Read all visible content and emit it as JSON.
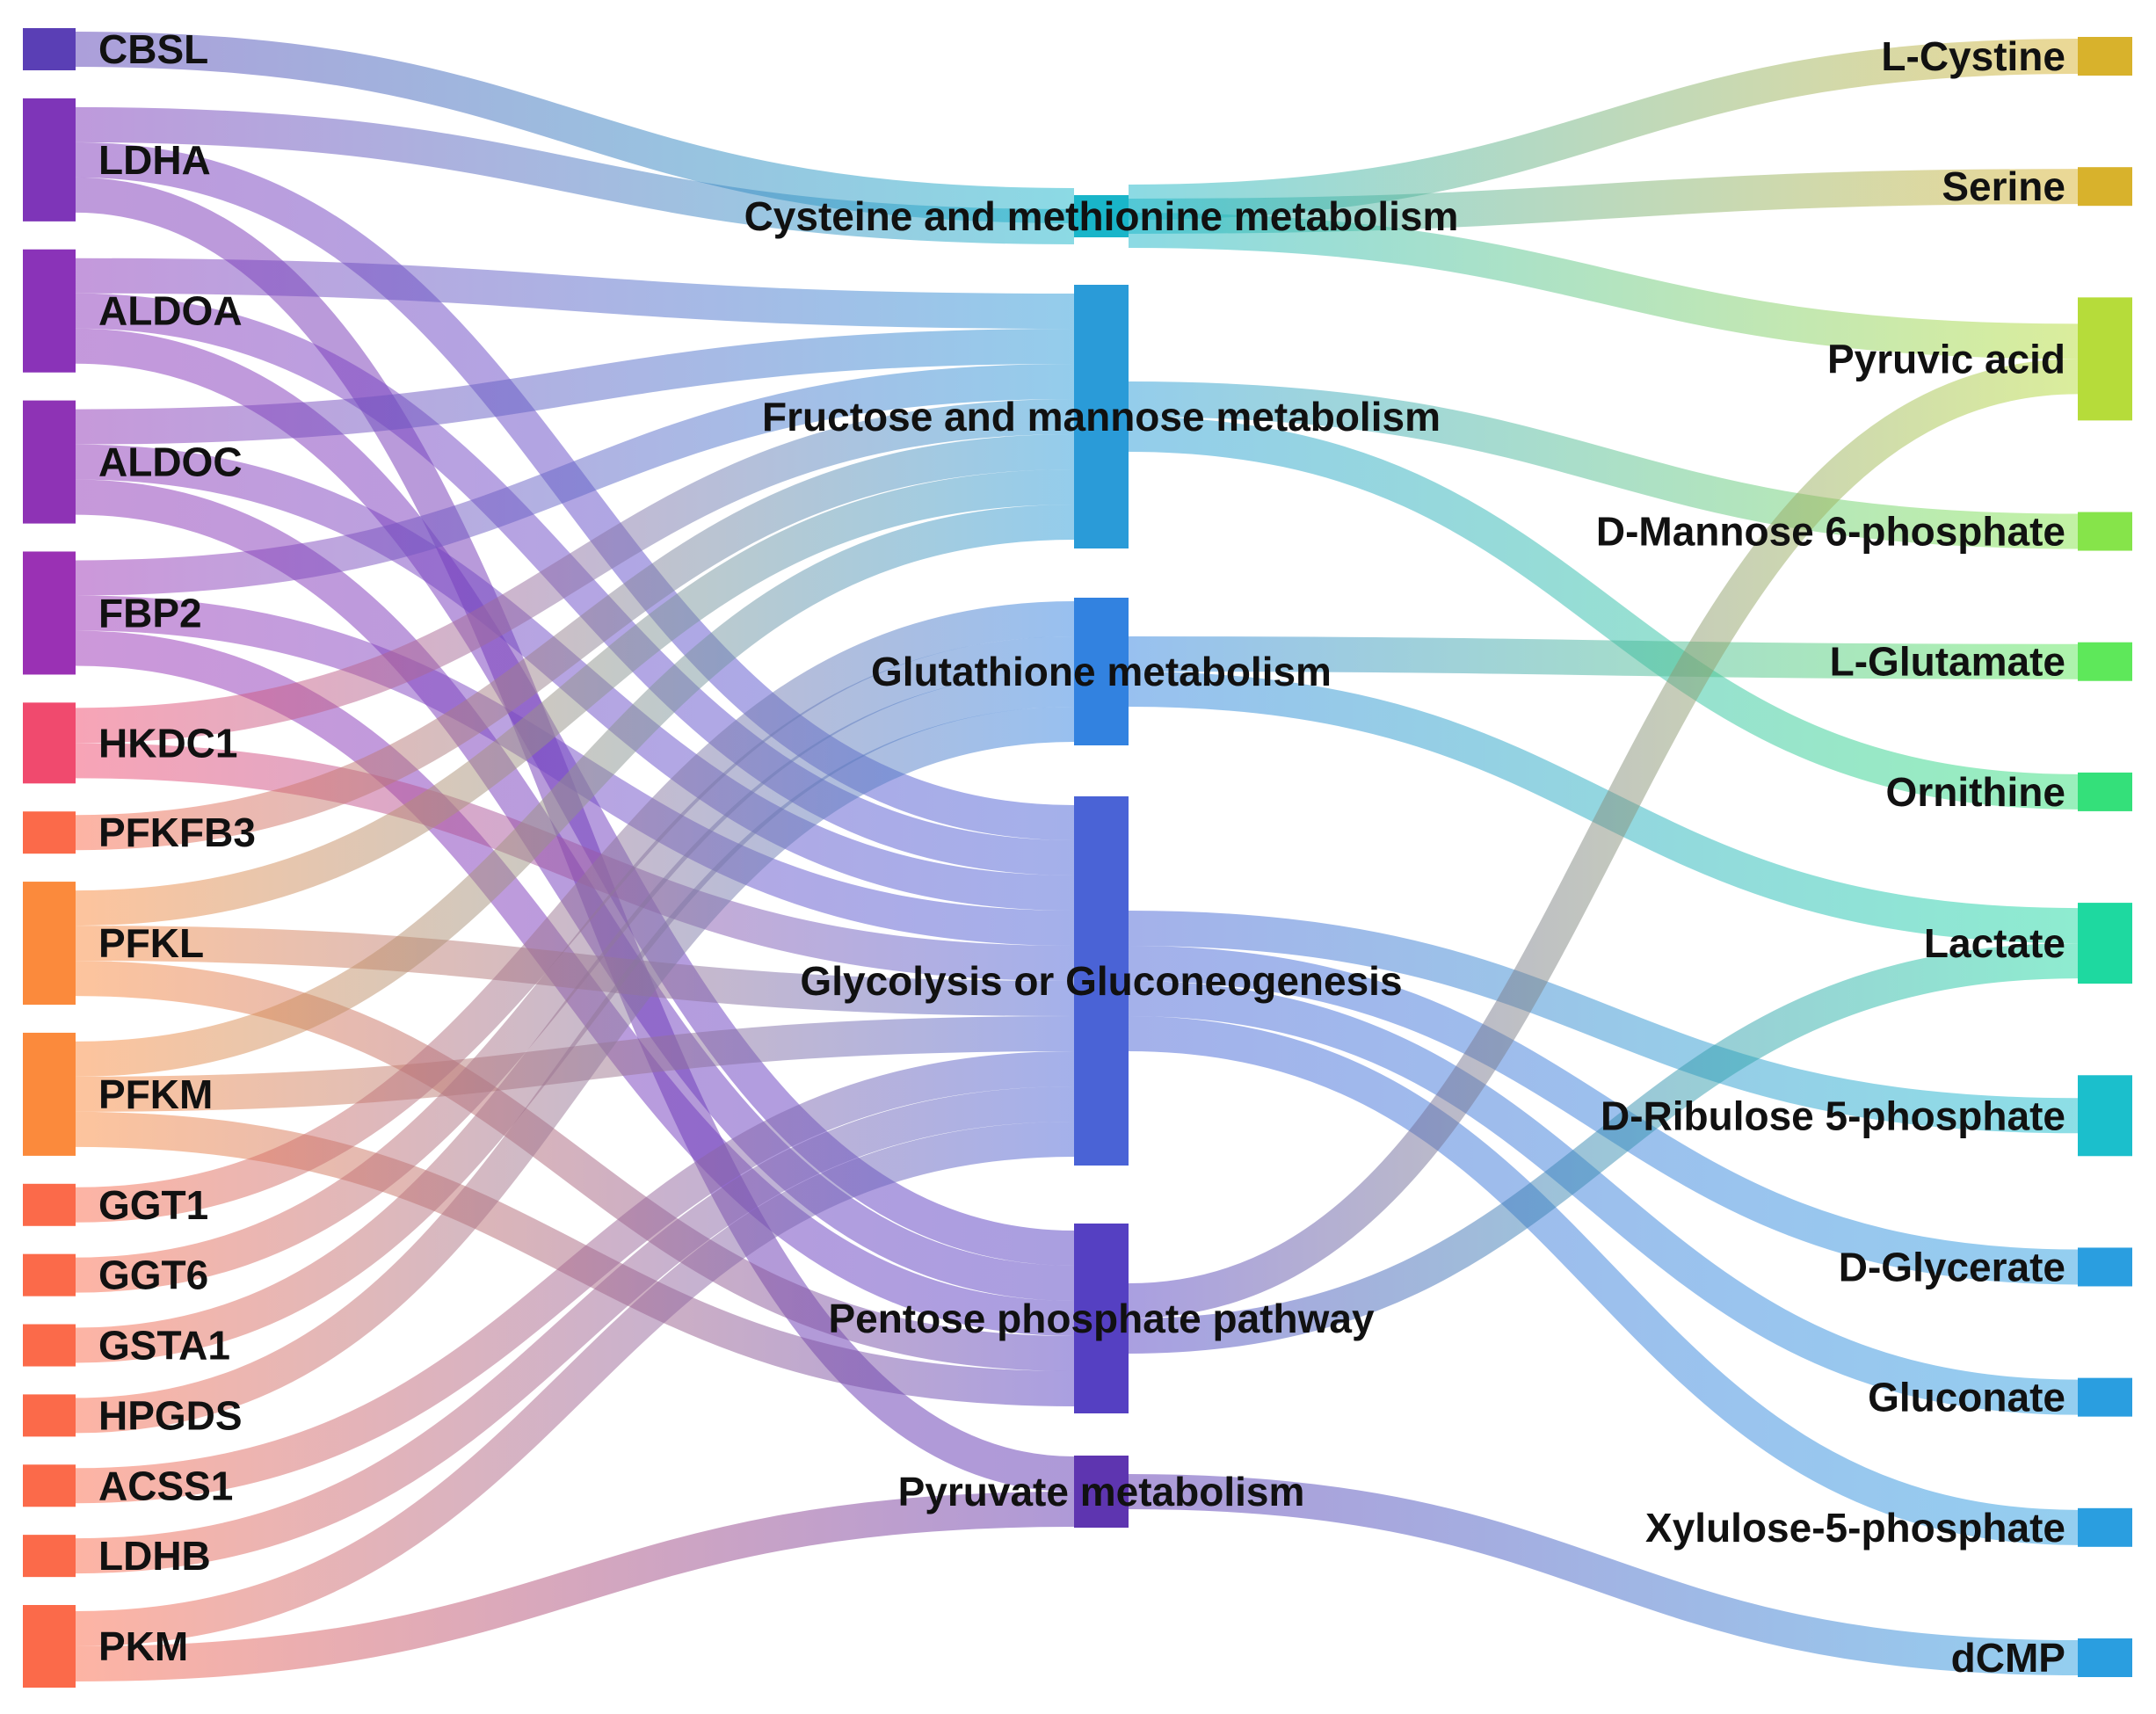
{
  "genes": [
    {
      "id": "CBSL",
      "label": "CBSL",
      "color": "#5a3fb5"
    },
    {
      "id": "LDHA",
      "label": "LDHA",
      "color": "#7e35b8"
    },
    {
      "id": "ALDOA",
      "label": "ALDOA",
      "color": "#8a33b8"
    },
    {
      "id": "ALDOC",
      "label": "ALDOC",
      "color": "#8e33b5"
    },
    {
      "id": "FBP2",
      "label": "FBP2",
      "color": "#9a31b4"
    },
    {
      "id": "HKDC1",
      "label": "HKDC1",
      "color": "#f04a6e"
    },
    {
      "id": "PFKFB3",
      "label": "PFKFB3",
      "color": "#fb6a4a"
    },
    {
      "id": "PFKL",
      "label": "PFKL",
      "color": "#fb8a3c"
    },
    {
      "id": "PFKM",
      "label": "PFKM",
      "color": "#fb8a3c"
    },
    {
      "id": "GGT1",
      "label": "GGT1",
      "color": "#fb6a4a"
    },
    {
      "id": "GGT6",
      "label": "GGT6",
      "color": "#fb6a4a"
    },
    {
      "id": "GSTA1",
      "label": "GSTA1",
      "color": "#fb6a4a"
    },
    {
      "id": "HPGDS",
      "label": "HPGDS",
      "color": "#fb6a4a"
    },
    {
      "id": "ACSS1",
      "label": "ACSS1",
      "color": "#fb6a4a"
    },
    {
      "id": "LDHB",
      "label": "LDHB",
      "color": "#fb6a4a"
    },
    {
      "id": "PKM",
      "label": "PKM",
      "color": "#fb6a4a"
    }
  ],
  "pathways": [
    {
      "id": "cys",
      "label": "Cysteine and methionine metabolism",
      "color": "#19b5c9"
    },
    {
      "id": "fru",
      "label": "Fructose and mannose metabolism",
      "color": "#2a9bd8"
    },
    {
      "id": "glu",
      "label": "Glutathione metabolism",
      "color": "#3282e0"
    },
    {
      "id": "gly",
      "label": "Glycolysis or Gluconeogenesis",
      "color": "#4a63d6"
    },
    {
      "id": "pen",
      "label": "Pentose phosphate pathway",
      "color": "#5540c2"
    },
    {
      "id": "pyr",
      "label": "Pyruvate metabolism",
      "color": "#5e35b0"
    }
  ],
  "metabolites": [
    {
      "id": "cystine",
      "label": "L-Cystine",
      "color": "#d8b22c"
    },
    {
      "id": "serine",
      "label": "Serine",
      "color": "#d8b22c"
    },
    {
      "id": "pyruvic",
      "label": "Pyruvic acid",
      "color": "#b6dc3a"
    },
    {
      "id": "man6p",
      "label": "D-Mannose 6-phosphate",
      "color": "#86e44a"
    },
    {
      "id": "glutamate",
      "label": "L-Glutamate",
      "color": "#5ee85a"
    },
    {
      "id": "ornithine",
      "label": "Ornithine",
      "color": "#34e07a"
    },
    {
      "id": "lactate",
      "label": "Lactate",
      "color": "#1ed9a0"
    },
    {
      "id": "ribulose",
      "label": "D-Ribulose 5-phosphate",
      "color": "#1bbfcc"
    },
    {
      "id": "glycerate",
      "label": "D-Glycerate",
      "color": "#2a9ee0"
    },
    {
      "id": "gluconate",
      "label": "Gluconate",
      "color": "#2a9ee0"
    },
    {
      "id": "xylulose",
      "label": "Xylulose-5-phosphate",
      "color": "#2a9ee0"
    },
    {
      "id": "dcmp",
      "label": "dCMP",
      "color": "#2a9ee0"
    }
  ],
  "links": [
    {
      "source": "CBSL",
      "target": "cys"
    },
    {
      "source": "LDHA",
      "target": "cys"
    },
    {
      "source": "LDHA",
      "target": "gly"
    },
    {
      "source": "LDHA",
      "target": "pyr"
    },
    {
      "source": "ALDOA",
      "target": "fru"
    },
    {
      "source": "ALDOA",
      "target": "gly"
    },
    {
      "source": "ALDOA",
      "target": "pen"
    },
    {
      "source": "ALDOC",
      "target": "fru"
    },
    {
      "source": "ALDOC",
      "target": "gly"
    },
    {
      "source": "ALDOC",
      "target": "pen"
    },
    {
      "source": "FBP2",
      "target": "fru"
    },
    {
      "source": "FBP2",
      "target": "gly"
    },
    {
      "source": "FBP2",
      "target": "pen"
    },
    {
      "source": "HKDC1",
      "target": "fru"
    },
    {
      "source": "HKDC1",
      "target": "gly"
    },
    {
      "source": "PFKFB3",
      "target": "fru"
    },
    {
      "source": "PFKL",
      "target": "fru"
    },
    {
      "source": "PFKL",
      "target": "gly"
    },
    {
      "source": "PFKL",
      "target": "pen"
    },
    {
      "source": "PFKM",
      "target": "fru"
    },
    {
      "source": "PFKM",
      "target": "gly"
    },
    {
      "source": "PFKM",
      "target": "pen"
    },
    {
      "source": "GGT1",
      "target": "glu"
    },
    {
      "source": "GGT6",
      "target": "glu"
    },
    {
      "source": "GSTA1",
      "target": "glu"
    },
    {
      "source": "HPGDS",
      "target": "glu"
    },
    {
      "source": "ACSS1",
      "target": "gly"
    },
    {
      "source": "LDHB",
      "target": "gly"
    },
    {
      "source": "PKM",
      "target": "gly"
    },
    {
      "source": "PKM",
      "target": "pyr"
    },
    {
      "source": "cys",
      "target": "cystine"
    },
    {
      "source": "cys",
      "target": "serine"
    },
    {
      "source": "cys",
      "target": "pyruvic"
    },
    {
      "source": "fru",
      "target": "man6p"
    },
    {
      "source": "fru",
      "target": "ornithine"
    },
    {
      "source": "glu",
      "target": "glutamate"
    },
    {
      "source": "glu",
      "target": "lactate"
    },
    {
      "source": "gly",
      "target": "ribulose"
    },
    {
      "source": "gly",
      "target": "glycerate"
    },
    {
      "source": "gly",
      "target": "gluconate"
    },
    {
      "source": "gly",
      "target": "xylulose"
    },
    {
      "source": "pen",
      "target": "pyruvic"
    },
    {
      "source": "pen",
      "target": "lactate"
    },
    {
      "source": "pyr",
      "target": "dcmp"
    }
  ]
}
